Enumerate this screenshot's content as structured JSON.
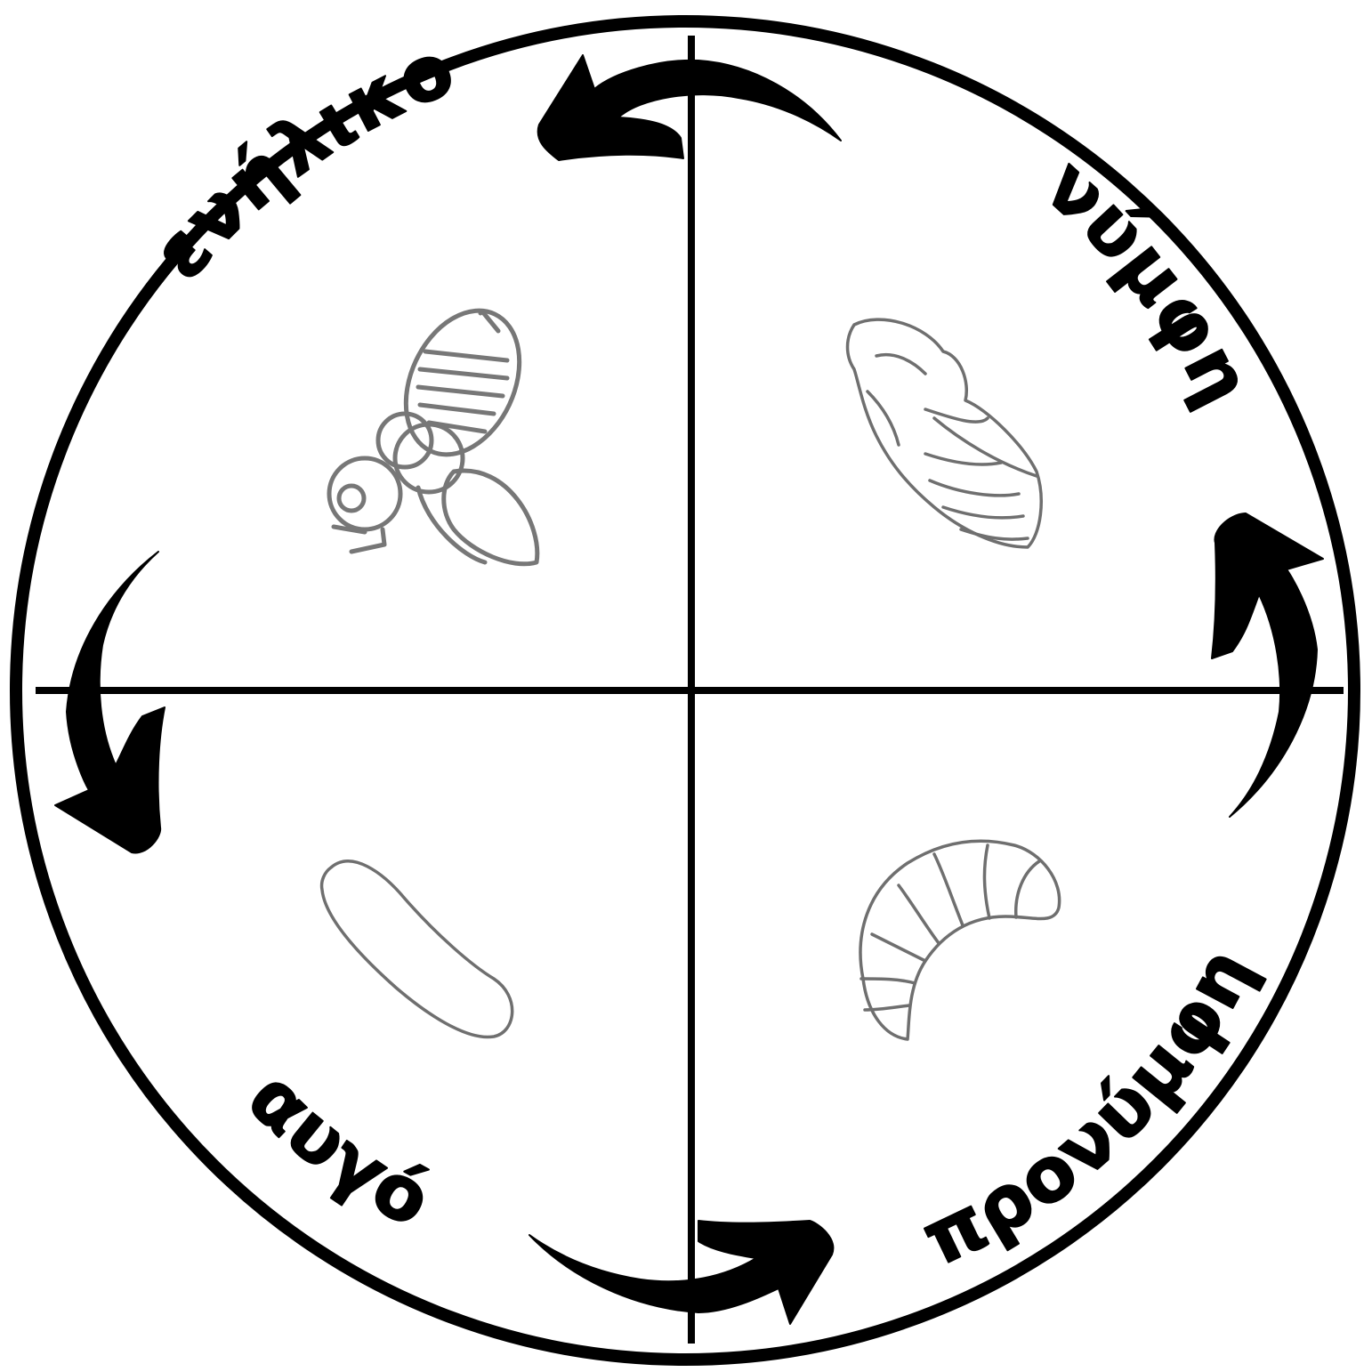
{
  "diagram": {
    "stages": [
      {
        "id": "egg",
        "label": "αυγό",
        "illustration": "egg-icon"
      },
      {
        "id": "larva",
        "label": "προνύμφη",
        "illustration": "larva-icon"
      },
      {
        "id": "pupa",
        "label": "νύμφη",
        "illustration": "pupa-icon"
      },
      {
        "id": "adult",
        "label": "ενήλικο",
        "illustration": "fly-icon"
      }
    ],
    "cycle_direction": "counterclockwise-visual: egg → larva → pupa → adult → egg",
    "colors": {
      "outline": "#000000",
      "illustration": "#777777",
      "background": "#ffffff"
    }
  }
}
